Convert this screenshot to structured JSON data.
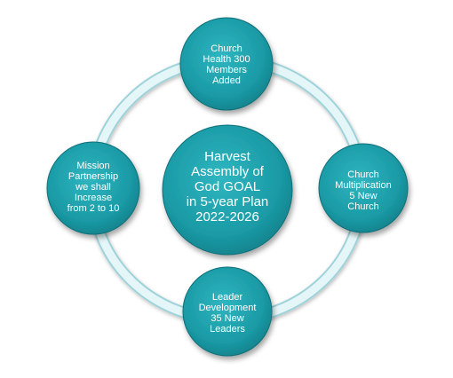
{
  "center": {
    "lines": [
      "Harvest",
      "Assembly of",
      "God  GOAL",
      "in 5-year Plan",
      "2022-2026"
    ]
  },
  "nodes": {
    "top": {
      "lines": [
        "Church",
        "Health  300",
        "Members",
        "Added"
      ]
    },
    "right": {
      "lines": [
        "Church",
        "Multiplication",
        "5 New",
        "Church"
      ]
    },
    "bottom": {
      "lines": [
        "Leader",
        "Development",
        "35  New",
        "Leaders"
      ]
    },
    "left": {
      "lines": [
        "Mission",
        "Partnership",
        "we shall",
        "Increase",
        "from 2 to 10"
      ]
    }
  },
  "colors": {
    "circle_fill": "#1a9aa5",
    "circle_fill_light": "#2cb8c2",
    "ring": "#d8f1f4",
    "ring_edge": "#b4dde2",
    "text": "#ffffff"
  }
}
